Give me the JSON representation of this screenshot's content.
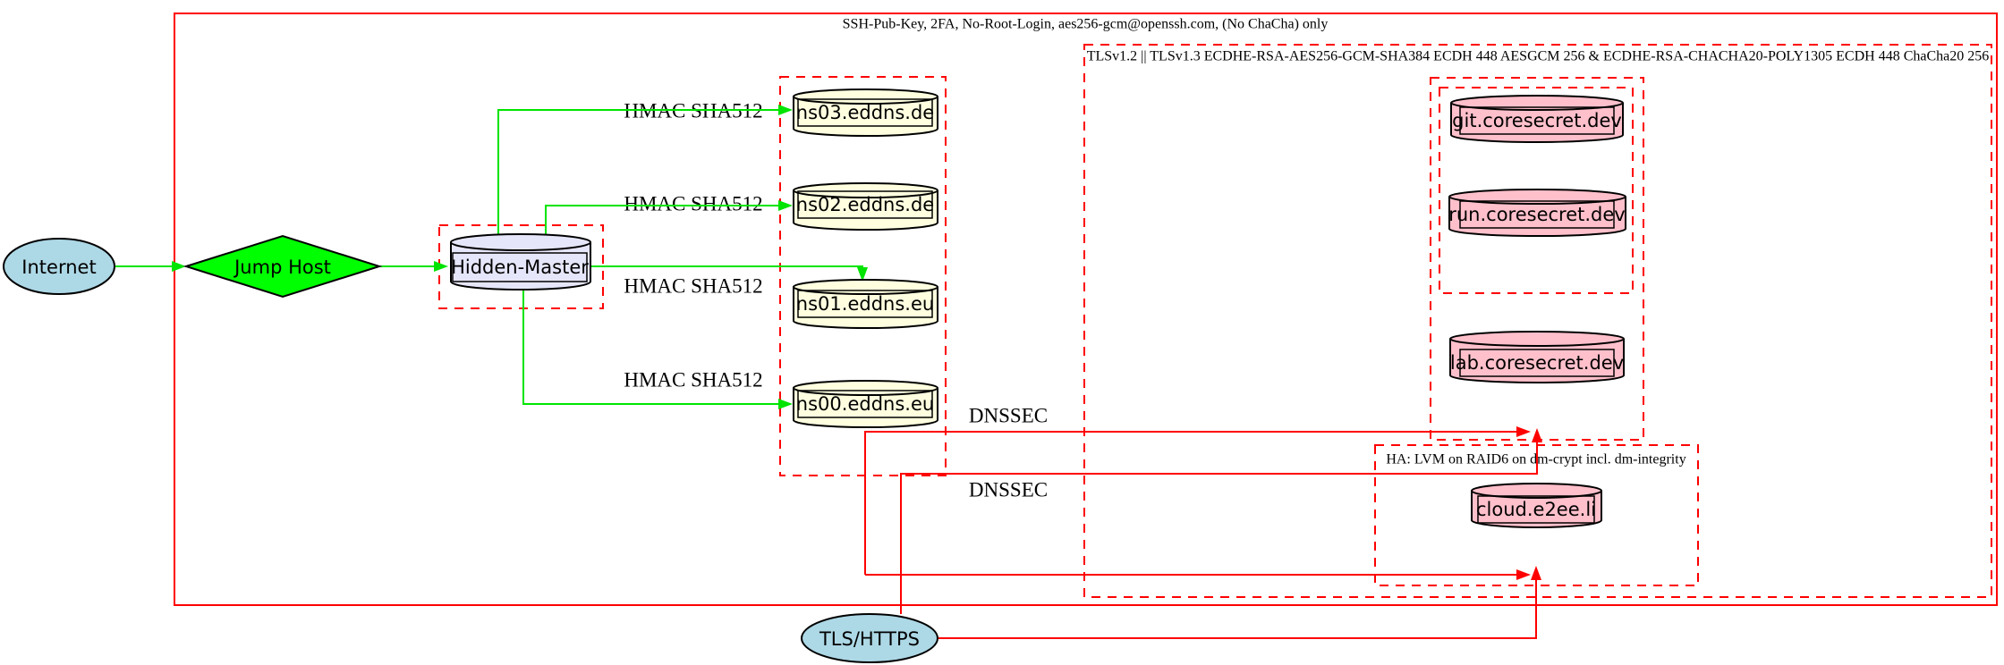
{
  "diagram": {
    "clusters": {
      "ssh": {
        "label": "SSH-Pub-Key, 2FA, No-Root-Login, aes256-gcm@openssh.com, (No ChaCha) only"
      },
      "tls": {
        "label": "TLSv1.2 || TLSv1.3 ECDHE-RSA-AES256-GCM-SHA384 ECDH 448 AESGCM 256 & ECDHE-RSA-CHACHA20-POLY1305 ECDH 448 ChaCha20 256"
      },
      "ha": {
        "label": "HA: LVM on RAID6 on dm-crypt incl. dm-integrity"
      }
    },
    "nodes": {
      "internet": {
        "label": "Internet"
      },
      "jump_host": {
        "label": "Jump Host"
      },
      "hidden_master": {
        "label": "Hidden-Master"
      },
      "ns03": {
        "label": "ns03.eddns.de"
      },
      "ns02": {
        "label": "ns02.eddns.de"
      },
      "ns01": {
        "label": "ns01.eddns.eu"
      },
      "ns00": {
        "label": "ns00.eddns.eu"
      },
      "git": {
        "label": "git.coresecret.dev"
      },
      "run": {
        "label": "run.coresecret.dev"
      },
      "lab": {
        "label": "lab.coresecret.dev"
      },
      "cloud": {
        "label": "cloud.e2ee.li"
      },
      "tls_https": {
        "label": "TLS/HTTPS"
      }
    },
    "edge_labels": {
      "hmac_ns03": "HMAC SHA512",
      "hmac_ns02": "HMAC SHA512",
      "hmac_ns01": "HMAC SHA512",
      "hmac_ns00": "HMAC SHA512",
      "dnssec_1": "DNSSEC",
      "dnssec_2": "DNSSEC"
    },
    "colors": {
      "cluster_border_and_red_edges": "#ff0000",
      "green_edges": "#00e400",
      "internet_fill": "#add8e6",
      "jump_host_fill": "#00ff00",
      "hidden_master_fill": "#e6e6fa",
      "nameserver_fill": "#ffffe0",
      "service_fill": "#ffc0cb",
      "node_border": "#000000",
      "background": "#ffffff"
    }
  }
}
